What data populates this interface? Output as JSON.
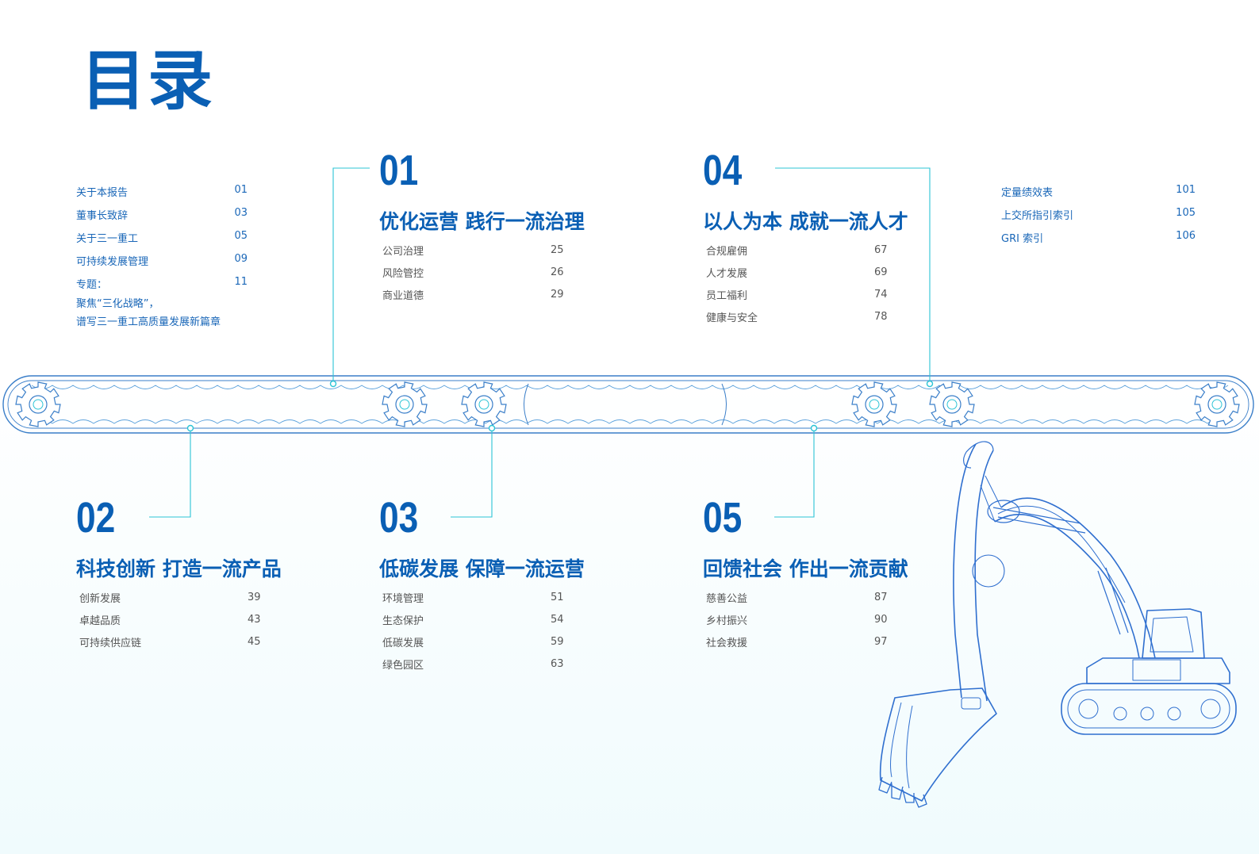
{
  "title": "目录",
  "left_toc": [
    {
      "label": "关于本报告",
      "page": "01"
    },
    {
      "label": "董事长致辞",
      "page": "03"
    },
    {
      "label": "关于三一重工",
      "page": "05"
    },
    {
      "label": "可持续发展管理",
      "page": "09"
    },
    {
      "label": "专题：",
      "page": "11",
      "sub1": "聚焦“三化战略”，",
      "sub2": "谱写三一重工高质量发展新篇章"
    }
  ],
  "right_toc": [
    {
      "label": "定量绩效表",
      "page": "101"
    },
    {
      "label": "上交所指引索引",
      "page": "105"
    },
    {
      "label": "GRI 索引",
      "page": "106"
    }
  ],
  "sections": [
    {
      "num": "01",
      "title": "优化运营 践行一流治理",
      "items": [
        {
          "label": "公司治理",
          "page": "25"
        },
        {
          "label": "风险管控",
          "page": "26"
        },
        {
          "label": "商业道德",
          "page": "29"
        }
      ]
    },
    {
      "num": "02",
      "title": "科技创新 打造一流产品",
      "items": [
        {
          "label": "创新发展",
          "page": "39"
        },
        {
          "label": "卓越品质",
          "page": "43"
        },
        {
          "label": "可持续供应链",
          "page": "45"
        }
      ]
    },
    {
      "num": "03",
      "title": "低碳发展 保障一流运营",
      "items": [
        {
          "label": "环境管理",
          "page": "51"
        },
        {
          "label": "生态保护",
          "page": "54"
        },
        {
          "label": "低碳发展",
          "page": "59"
        },
        {
          "label": "绿色园区",
          "page": "63"
        }
      ]
    },
    {
      "num": "04",
      "title": "以人为本 成就一流人才",
      "items": [
        {
          "label": "合规雇佣",
          "page": "67"
        },
        {
          "label": "人才发展",
          "page": "69"
        },
        {
          "label": "员工福利",
          "page": "74"
        },
        {
          "label": "健康与安全",
          "page": "78"
        }
      ]
    },
    {
      "num": "05",
      "title": "回馈社会 作出一流贡献",
      "items": [
        {
          "label": "慈善公益",
          "page": "87"
        },
        {
          "label": "乡村振兴",
          "page": "90"
        },
        {
          "label": "社会救援",
          "page": "97"
        }
      ]
    }
  ],
  "colors": {
    "primary": "#0a5fb4",
    "accent": "#2cc4d6",
    "line": "#3b7fc9"
  }
}
